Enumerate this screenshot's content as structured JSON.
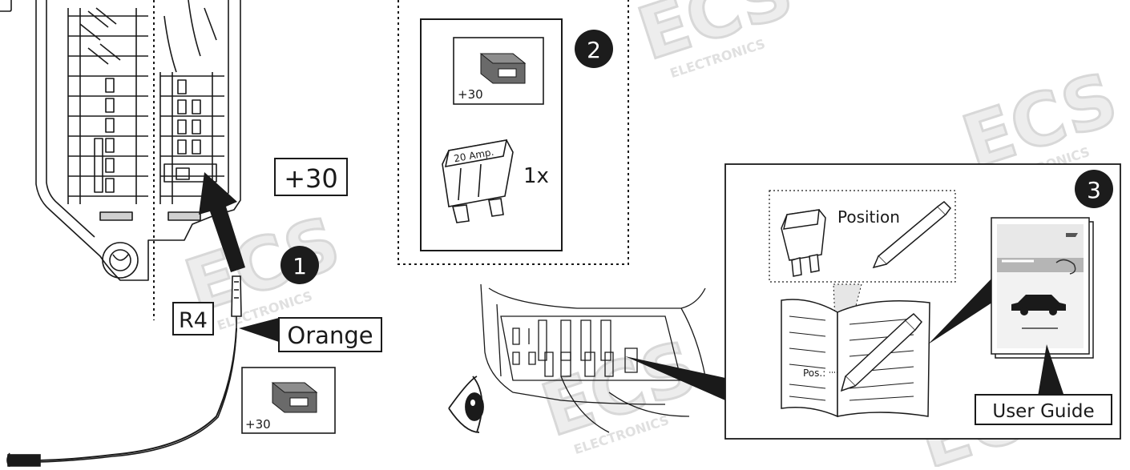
{
  "watermark": {
    "brand": "ECS",
    "sub": "ELECTRONICS"
  },
  "step1": {
    "number": "1",
    "label_plus30": "+30",
    "label_r4": "R4",
    "label_wire": "Orange",
    "connector_label": "+30"
  },
  "step2": {
    "number": "2",
    "connector_label": "+30",
    "fuse_rating": "20 Amp.",
    "quantity": "1x"
  },
  "step3": {
    "number": "3",
    "position_label": "Position",
    "pos_label": "Pos.:",
    "user_guide_label": "User Guide"
  },
  "colors": {
    "line": "#1a1a1a",
    "badge": "#1c1c1c",
    "watermark": "#d9d9d9",
    "connector_body": "#555555"
  }
}
